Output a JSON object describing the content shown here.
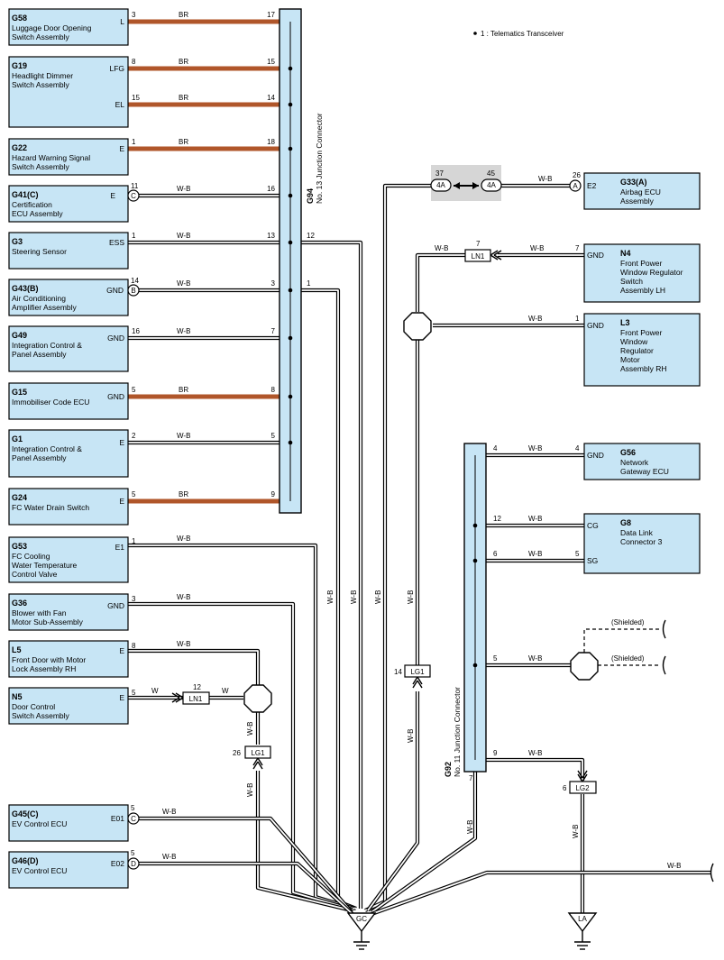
{
  "note": "1 : Telematics Transceiver",
  "junction_top": {
    "code": "G94",
    "name": "No. 13 Junction Connector"
  },
  "junction_bottom": {
    "code": "G92",
    "name": "No. 11 Junction Connector"
  },
  "left_components": [
    {
      "code": "G58",
      "name": [
        "Luggage Door Opening",
        "Switch Assembly"
      ],
      "pins": [
        "L"
      ]
    },
    {
      "code": "G19",
      "name": [
        "Headlight Dimmer",
        "Switch Assembly"
      ],
      "pins": [
        "LFG",
        "EL"
      ]
    },
    {
      "code": "G22",
      "name": [
        "Hazard Warning Signal",
        "Switch Assembly"
      ],
      "pins": [
        "E"
      ]
    },
    {
      "code": "G41(C)",
      "name": [
        "Certification",
        "ECU Assembly"
      ],
      "pins": [
        "E"
      ]
    },
    {
      "code": "G3",
      "name": [
        "Steering Sensor"
      ],
      "pins": [
        "ESS"
      ]
    },
    {
      "code": "G43(B)",
      "name": [
        "Air Conditioning",
        "Amplifier Assembly"
      ],
      "pins": [
        "GND"
      ]
    },
    {
      "code": "G49",
      "name": [
        "Integration Control &",
        "Panel Assembly"
      ],
      "pins": [
        "GND"
      ]
    },
    {
      "code": "G15",
      "name": [
        "Immobiliser Code ECU"
      ],
      "pins": [
        "GND"
      ]
    },
    {
      "code": "G1",
      "name": [
        "Integration Control &",
        "Panel Assembly"
      ],
      "pins": [
        "E"
      ]
    },
    {
      "code": "G24",
      "name": [
        "FC Water Drain Switch"
      ],
      "pins": [
        "E"
      ]
    },
    {
      "code": "G53",
      "name": [
        "FC Cooling",
        "Water Temperature",
        "Control Valve"
      ],
      "pins": [
        "E1"
      ]
    },
    {
      "code": "G36",
      "name": [
        "Blower with Fan",
        "Motor Sub-Assembly"
      ],
      "pins": [
        "GND"
      ]
    },
    {
      "code": "L5",
      "name": [
        "Front Door with Motor",
        "Lock Assembly RH"
      ],
      "pins": [
        "E"
      ]
    },
    {
      "code": "N5",
      "name": [
        "Door Control",
        "Switch Assembly"
      ],
      "pins": [
        "E"
      ]
    },
    {
      "code": "G45(C)",
      "name": [
        "EV Control ECU"
      ],
      "pins": [
        "E01"
      ]
    },
    {
      "code": "G46(D)",
      "name": [
        "EV Control ECU"
      ],
      "pins": [
        "E02"
      ]
    }
  ],
  "right_components": [
    {
      "code": "G33(A)",
      "name": [
        "Airbag ECU",
        "Assembly"
      ],
      "pins": [
        "E2"
      ]
    },
    {
      "code": "N4",
      "name": [
        "Front Power",
        "Window Regulator",
        "Switch",
        "Assembly LH"
      ],
      "pins": [
        "GND"
      ]
    },
    {
      "code": "L3",
      "name": [
        "Front Power",
        "Window",
        "Regulator",
        "Motor",
        "Assembly RH"
      ],
      "pins": [
        "GND"
      ]
    },
    {
      "code": "G56",
      "name": [
        "Network",
        "Gateway ECU"
      ],
      "pins": [
        "GND"
      ]
    },
    {
      "code": "G8",
      "name": [
        "Data Link",
        "Connector 3"
      ],
      "pins": [
        "CG",
        "SG"
      ]
    }
  ],
  "pin_numbers": {
    "left": [
      "3",
      "8",
      "15",
      "1",
      "11",
      "1",
      "14",
      "16",
      "5",
      "2",
      "5",
      "1",
      "3",
      "8",
      "5",
      "5",
      "5"
    ],
    "j94": [
      "17",
      "15",
      "14",
      "18",
      "16",
      "13",
      "3",
      "7",
      "8",
      "5",
      "9",
      "12",
      "1"
    ],
    "right": [
      "26",
      "7",
      "1",
      "4",
      "4",
      "12",
      "6",
      "5",
      "5",
      "9",
      "7"
    ],
    "misc": [
      "37",
      "45",
      "7",
      "12",
      "14",
      "26",
      "6"
    ]
  },
  "connector_letters": {
    "G41": "C",
    "G43": "B",
    "G45": "C",
    "G46": "D",
    "G33": "A"
  },
  "wire_colors": {
    "br": "BR",
    "wb": "W-B",
    "w": "W"
  },
  "tags": {
    "ln1": "LN1",
    "lg1": "LG1",
    "lg2": "LG2",
    "inline": "4A"
  },
  "shielded": "(Shielded)",
  "grounds": [
    "GC",
    "LA"
  ],
  "colors": {
    "connector_fill": "#c7e5f5",
    "br_wire": "#b0562a",
    "inline_bg": "#d6d6d6"
  }
}
